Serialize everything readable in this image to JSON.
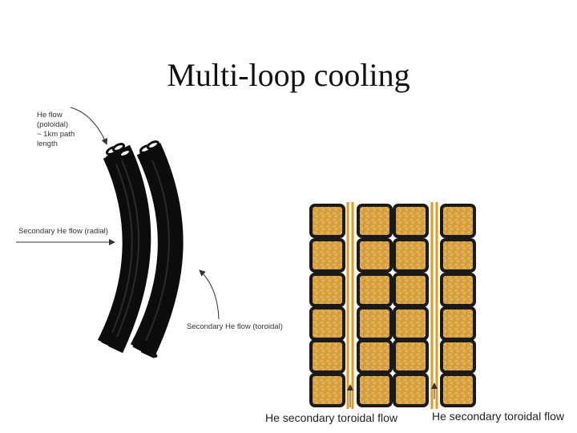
{
  "slide": {
    "title": "Multi-loop cooling"
  },
  "left_figure": {
    "he_flow_label": [
      "He flow",
      "(poloidal)",
      "~ 1km path",
      "length"
    ],
    "radial_label": "Secondary He flow (radial)",
    "toroidal_label": "Secondary He flow (toroidal)"
  },
  "right_figure": {
    "bottom_label_1": "He secondary toroidal flow",
    "bottom_label_2": "He secondary toroidal flow",
    "colors": {
      "cell_fill": "#d9a441",
      "cell_border": "#1a1a1a",
      "channel": "#e39a1f"
    }
  }
}
